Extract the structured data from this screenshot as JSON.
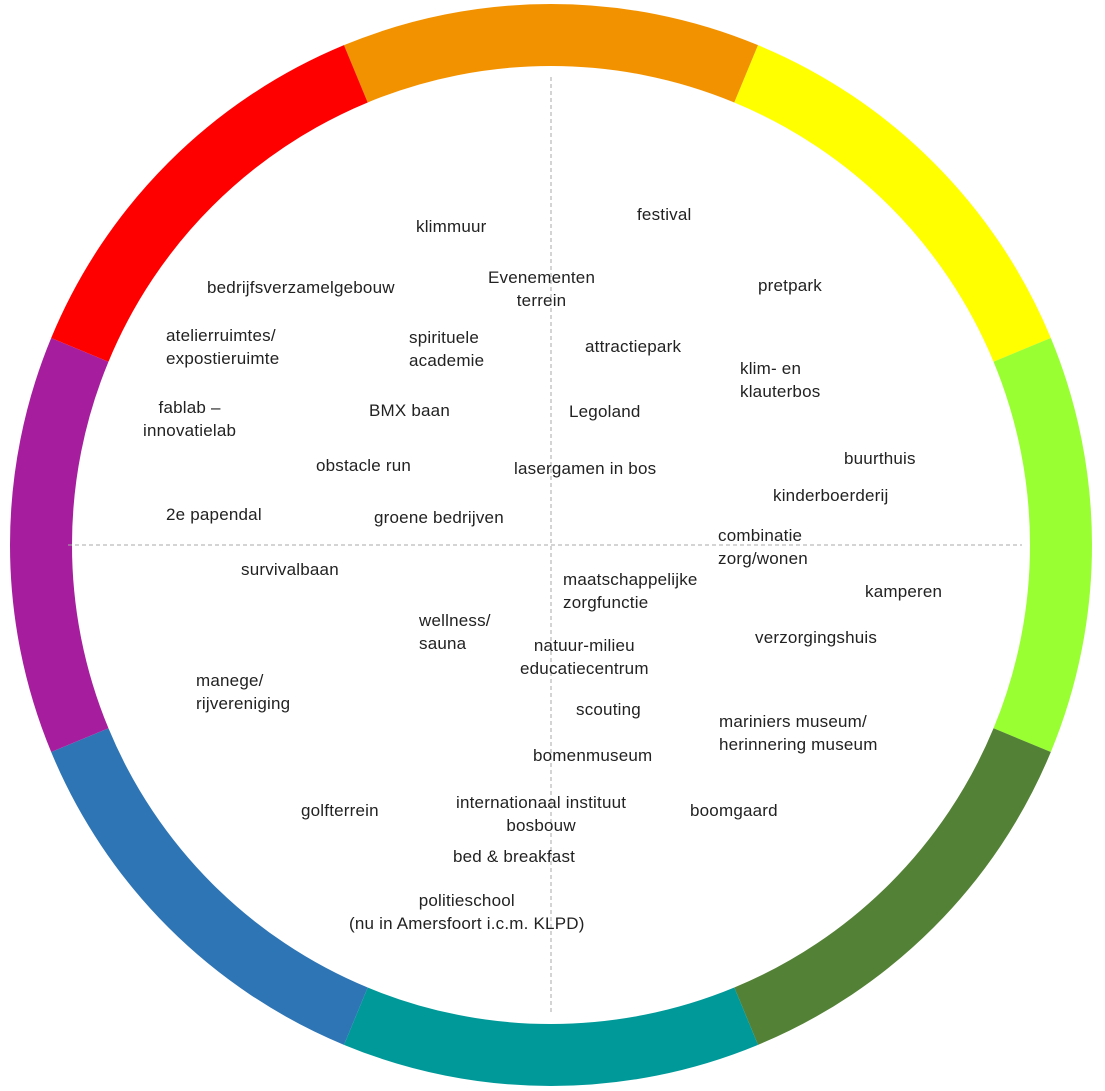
{
  "ring_segments": [
    {
      "name": "orange",
      "color": "#F39200"
    },
    {
      "name": "yellow",
      "color": "#FFFF00"
    },
    {
      "name": "light-green",
      "color": "#99FF33"
    },
    {
      "name": "dark-green",
      "color": "#538135"
    },
    {
      "name": "teal",
      "color": "#009999"
    },
    {
      "name": "blue",
      "color": "#2E75B6"
    },
    {
      "name": "purple",
      "color": "#A61E9E"
    },
    {
      "name": "red",
      "color": "#FF0000"
    }
  ],
  "axis_color": "#AAAAAA",
  "labels": {
    "klimmuur": "klimmuur",
    "festival": "festival",
    "bedrijfsverzamelgebouw": "bedrijfsverzamelgebouw",
    "evenementen_1": "Evenementen",
    "evenementen_2": "terrein",
    "pretpark": "pretpark",
    "atelier_1": "atelierruimtes/",
    "atelier_2": "expostieruimte",
    "spirituele_1": "spirituele",
    "spirituele_2": "academie",
    "attractiepark": "attractiepark",
    "klim_1": "klim- en",
    "klim_2": "klauterbos",
    "fablab_1": "fablab –",
    "fablab_2": "innovatielab",
    "bmx": "BMX baan",
    "legoland": "Legoland",
    "buurthuis": "buurthuis",
    "obstacle": "obstacle run",
    "lasergamen": "lasergamen in bos",
    "kinderboerderij": "kinderboerderij",
    "papendal": "2e papendal",
    "groene": "groene bedrijven",
    "combinatie_1": "combinatie",
    "combinatie_2": "zorg/wonen",
    "survivalbaan": "survivalbaan",
    "maatschappelijke_1": "maatschappelijke",
    "maatschappelijke_2": "zorgfunctie",
    "kamperen": "kamperen",
    "wellness_1": "wellness/",
    "wellness_2": "sauna",
    "natuur_1": "natuur-milieu",
    "natuur_2": "educatiecentrum",
    "verzorgingshuis": "verzorgingshuis",
    "manege_1": "manege/",
    "manege_2": "rijvereniging",
    "scouting": "scouting",
    "mariniers_1": "mariniers museum/",
    "mariniers_2": "herinnering museum",
    "bomenmuseum": "bomenmuseum",
    "golfterrein": "golfterrein",
    "instituut_1": "internationaal instituut",
    "instituut_2": "bosbouw",
    "boomgaard": "boomgaard",
    "bnb": "bed & breakfast",
    "politie_1": "politieschool",
    "politie_2": "(nu in Amersfoort i.c.m. KLPD)"
  }
}
